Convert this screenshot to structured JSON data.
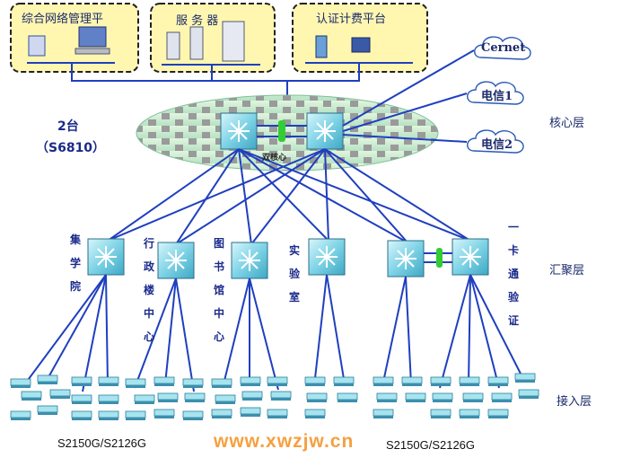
{
  "top_panels": {
    "mgmt_platform": "综合网络管理平",
    "servers": "服 务 器",
    "billing_platform": "认证计费平台"
  },
  "core": {
    "count_label": "2台",
    "model_label": "（S6810）",
    "stack_label": "双核心",
    "layer_label": "核心层"
  },
  "clouds": {
    "cernet": "Cernet",
    "telecom1": "电信1",
    "telecom2": "电信2"
  },
  "aggregation": {
    "layer_label": "汇聚层",
    "nodes": [
      "集学院",
      "行政楼中心",
      "图书馆中心",
      "实验室",
      "一卡通验证"
    ]
  },
  "access": {
    "layer_label": "接入层",
    "model_left": "S2150G/S2126G",
    "model_right": "S2150G/S2126G"
  },
  "watermark": "www.xwzjw.cn",
  "colors": {
    "link": "#1f3fbf",
    "panel_bg": "#fff7b0",
    "switch_cyan": "#7fd8e8",
    "stack_link": "#33cc33"
  }
}
